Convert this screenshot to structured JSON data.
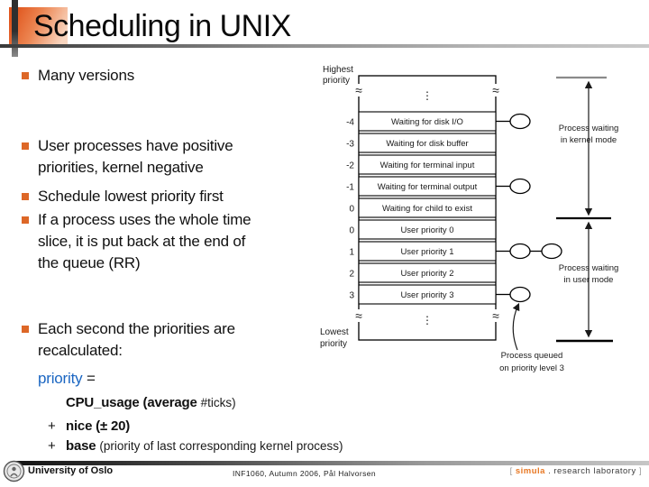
{
  "slide": {
    "title": "Scheduling in UNIX"
  },
  "bullets": {
    "many_versions": "Many versions",
    "user_processes": "User processes have positive\npriorities, kernel negative",
    "schedule_lowest": "Schedule lowest priority first",
    "time_slice": "If a process uses the whole time\nslice, it is put back at the end of\nthe queue (RR)",
    "each_second": "Each second the priorities are\nrecalculated:"
  },
  "formula": {
    "priority_word": "priority",
    "equals": " =",
    "cpu_bold": "CPU_usage (average ",
    "cpu_light": "#ticks)",
    "plus": "+",
    "nice_bold": "nice (± 20)",
    "base_bold": "base ",
    "base_light": "(priority of last corresponding kernel process)"
  },
  "diagram": {
    "highest_l1": "Highest",
    "highest_l2": "priority",
    "lowest_l1": "Lowest",
    "lowest_l2": "priority",
    "approx": "≈",
    "dots": "⋮",
    "rows": [
      {
        "num": "-4",
        "label": "Waiting for disk I/O"
      },
      {
        "num": "-3",
        "label": "Waiting for disk buffer"
      },
      {
        "num": "-2",
        "label": "Waiting for terminal input"
      },
      {
        "num": "-1",
        "label": "Waiting for terminal output"
      },
      {
        "num": "0",
        "label": "Waiting for child to exist"
      },
      {
        "num": "0",
        "label": "User priority 0"
      },
      {
        "num": "1",
        "label": "User priority 1"
      },
      {
        "num": "2",
        "label": "User priority 2"
      },
      {
        "num": "3",
        "label": "User priority 3"
      }
    ],
    "kernel_l1": "Process waiting",
    "kernel_l2": "in kernel mode",
    "user_l1": "Process waiting",
    "user_l2": "in user mode",
    "queued_l1": "Process queued",
    "queued_l2": "on priority level 3"
  },
  "footer": {
    "institution": "University of Oslo",
    "course_info": "INF1060,  Autumn 2006,  Pål Halvorsen",
    "lab_open": "[ ",
    "lab_name": "simula",
    "lab_rest": " . research laboratory",
    "lab_close": " ]"
  },
  "colors": {
    "bullet_orange": "#dd6727",
    "priority_blue": "#1b66c2",
    "simula_orange": "#e87722"
  }
}
